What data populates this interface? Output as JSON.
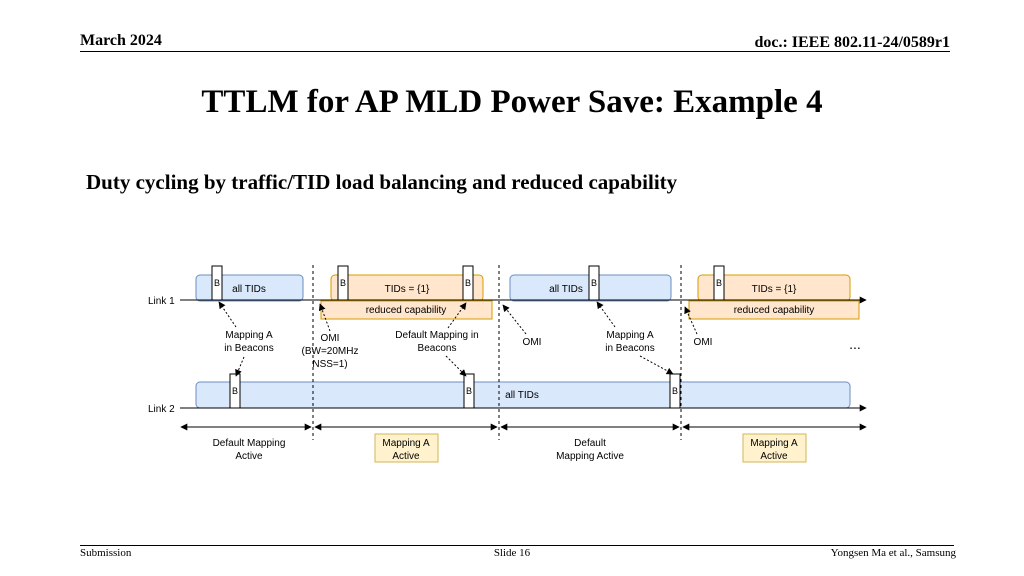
{
  "header": {
    "date": "March 2024",
    "doc": "doc.: IEEE 802.11-24/0589r1"
  },
  "title": "TTLM for AP MLD Power Save: Example 4",
  "subtitle": "Duty cycling by traffic/TID load balancing and reduced capability",
  "diagram": {
    "links": {
      "link1": "Link 1",
      "link2": "Link 2"
    },
    "beacon_label": "B",
    "bars": {
      "all_tids": "all TIDs",
      "tids_1": "TIDs = {1}",
      "reduced_capability": "reduced capability"
    },
    "annotations": {
      "mapping_a_1": "Mapping A",
      "mapping_a_2": "in Beacons",
      "omi_1": "OMI",
      "omi_2": "(BW=20MHz",
      "omi_3": "NSS=1)",
      "default_mapping_1": "Default Mapping in",
      "default_mapping_2": "Beacons",
      "omi": "OMI",
      "ellipsis": "..."
    },
    "phases": {
      "default_active_1": "Default Mapping",
      "default_active_2": "Active",
      "mapping_a_1": "Mapping A",
      "mapping_a_2": "Active",
      "default_b_1": "Default",
      "default_b_2": "Mapping Active"
    },
    "colors": {
      "blue_fill": "#dae8fc",
      "blue_stroke": "#6c8ebf",
      "orange_fill": "#ffe6cc",
      "orange_stroke": "#d79b00",
      "phase_fill": "#fff2cc",
      "phase_stroke": "#d6b656"
    }
  },
  "footer": {
    "left": "Submission",
    "center": "Slide 16",
    "right": "Yongsen Ma et al., Samsung"
  }
}
